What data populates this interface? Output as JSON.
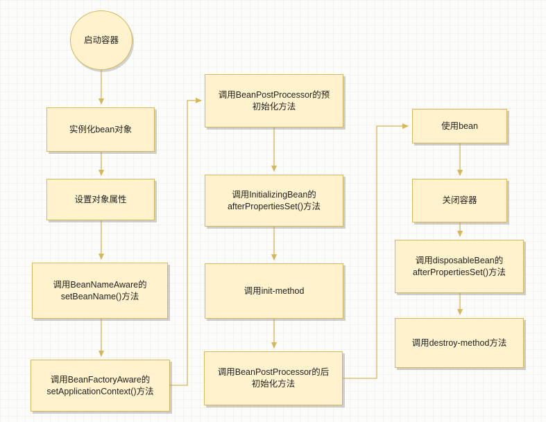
{
  "column1": {
    "start": "启动容器",
    "step1": "实例化bean对象",
    "step2": "设置对象属性",
    "step3": "调用BeanNameAware的\nsetBeanName()方法",
    "step4": "调用BeanFactoryAware的\nsetApplicationContext()方法"
  },
  "column2": {
    "step1": "调用BeanPostProcessor的预\n初始化方法",
    "step2": "调用InitializingBean的\nafterPropertiesSet()方法",
    "step3": "调用init-method",
    "step4": "调用BeanPostProcessor的后\n初始化方法"
  },
  "column3": {
    "step1": "使用bean",
    "step2": "关闭容器",
    "step3": "调用disposableBean的\nafterPropertiesSet()方法",
    "step4": "调用destroy-method方法"
  },
  "colors": {
    "fill": "#fff2cc",
    "stroke": "#d6b656"
  }
}
